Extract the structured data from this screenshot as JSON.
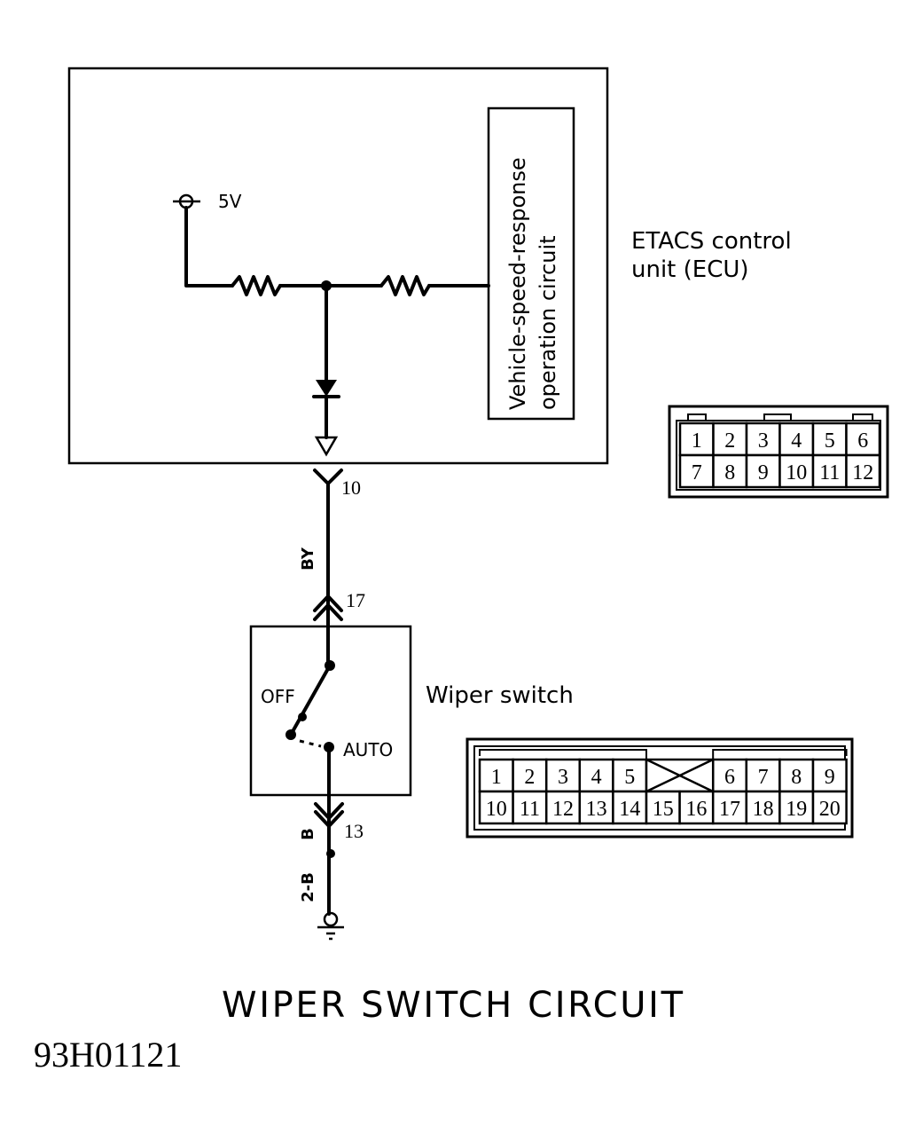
{
  "diagram": {
    "title": "WIPER SWITCH CIRCUIT",
    "figure_id": "93H01121",
    "ecu": {
      "label_line1": "ETACS control",
      "label_line2": "unit (ECU)",
      "supply_label": "5V",
      "subcircuit_line1": "Vehicle-speed-response",
      "subcircuit_line2": "operation circuit",
      "terminal": "10"
    },
    "wires": [
      {
        "color_code": "BY",
        "from_terminal": "10",
        "to_terminal": "17"
      },
      {
        "color_code": "B",
        "from_terminal": "13",
        "to": "junction"
      },
      {
        "color_code": "2-B",
        "from": "junction",
        "to": "ground"
      }
    ],
    "wiper_switch": {
      "label": "Wiper switch",
      "positions": [
        "OFF",
        "AUTO"
      ],
      "terminal_top": "17",
      "terminal_bottom": "13"
    },
    "connector_ecu": {
      "row1": [
        "1",
        "2",
        "3",
        "4",
        "5",
        "6"
      ],
      "row2": [
        "7",
        "8",
        "9",
        "10",
        "11",
        "12"
      ]
    },
    "connector_switch": {
      "row1_left": [
        "1",
        "2",
        "3",
        "4",
        "5"
      ],
      "row1_right": [
        "6",
        "7",
        "8",
        "9"
      ],
      "row2": [
        "10",
        "11",
        "12",
        "13",
        "14",
        "15",
        "16",
        "17",
        "18",
        "19",
        "20"
      ]
    }
  }
}
